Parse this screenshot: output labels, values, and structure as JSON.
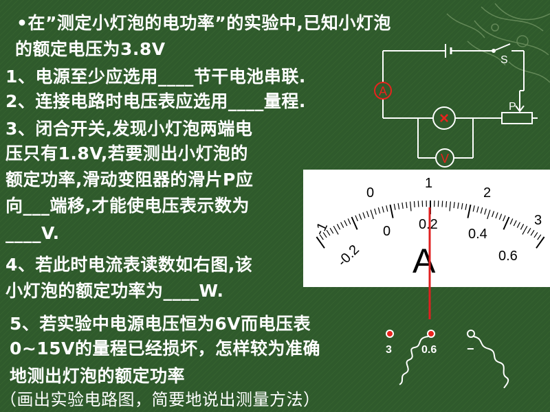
{
  "intro": {
    "line1": "•在”测定小灯泡的电功率”的实验中,已知小灯泡",
    "line2": "的额定电压为3.8V"
  },
  "questions": {
    "q1": "1、电源至少应选用____节干电池串联.",
    "q2": "2、连接电路时电压表应选用____量程.",
    "q3_line1": "3、闭合开关,发现小灯泡两端电",
    "q3_line2": "压只有1.8V,若要测出小灯泡的",
    "q3_line3": "额定功率,滑动变阻器的滑片P应",
    "q3_line4": "向___端移,才能使电压表示数为",
    "q3_line5": "____V.",
    "q4_line1": "4、若此时电流表读数如右图,该",
    "q4_line2": "小灯泡的额定功率为____W.",
    "q5_line1": "5、若实验中电源电压恒为6V而电压表",
    "q5_line2": "0~15V的量程已经损坏，怎样较为准确",
    "q5_line3": "地测出灯泡的额定功率",
    "q5_line4": "（画出实验电路图，简要地说出测量方法）"
  },
  "circuit": {
    "switch_label": "S",
    "ammeter_label": "A",
    "rheostat_label": "P",
    "voltmeter_label": "V",
    "lamp_symbol": "×"
  },
  "ammeter_dial": {
    "upper_scale": [
      "-1",
      "0",
      "1",
      "2",
      "3"
    ],
    "lower_scale": [
      "-0.2",
      "0",
      "0.2",
      "0.4",
      "0.6"
    ],
    "unit": "A"
  },
  "terminals": {
    "labels": [
      "3",
      "0.6",
      "−"
    ]
  },
  "colors": {
    "background": "#2f5a2c",
    "text": "#ffffff",
    "red": "#e8231d",
    "needle": "#e02020"
  }
}
